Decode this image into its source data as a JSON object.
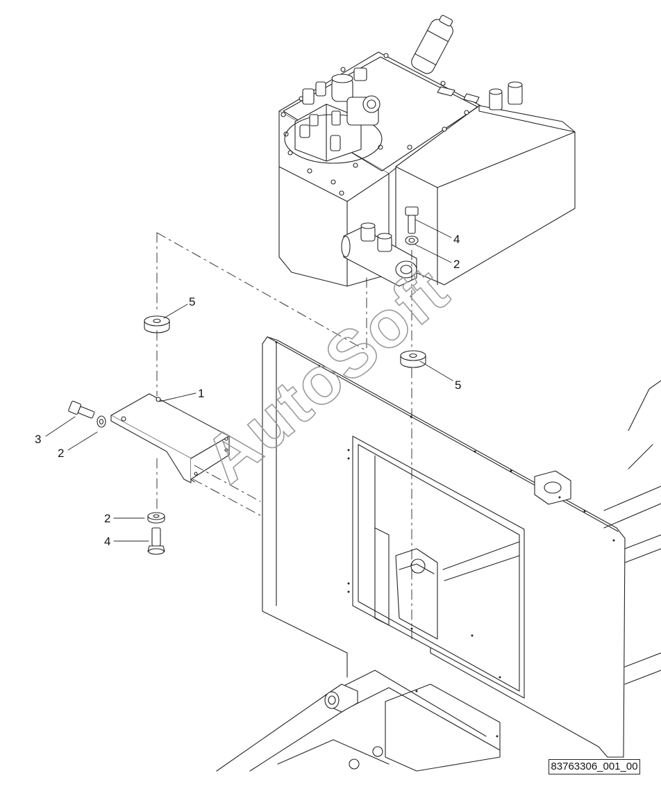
{
  "callouts": [
    {
      "id": "c1",
      "label": "1"
    },
    {
      "id": "c2a",
      "label": "2"
    },
    {
      "id": "c2b",
      "label": "2"
    },
    {
      "id": "c2c",
      "label": "2"
    },
    {
      "id": "c3",
      "label": "3"
    },
    {
      "id": "c4a",
      "label": "4"
    },
    {
      "id": "c4b",
      "label": "4"
    },
    {
      "id": "c5a",
      "label": "5"
    },
    {
      "id": "c5b",
      "label": "5"
    }
  ],
  "watermark": "AutoSoft",
  "reference_code": "83763306_001_00"
}
